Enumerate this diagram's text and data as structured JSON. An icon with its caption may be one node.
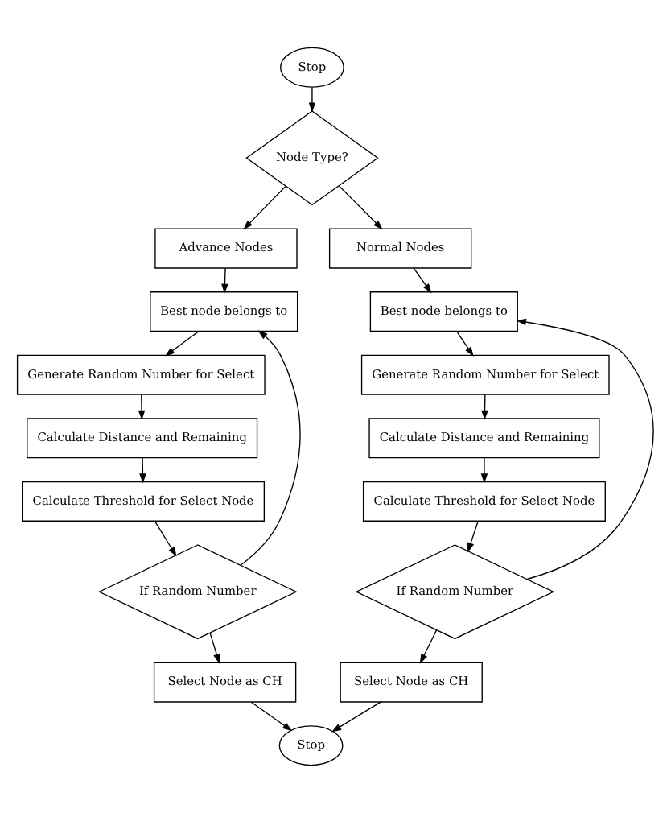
{
  "diagram": {
    "nodes": [
      {
        "text": [
          "Stop"
        ]
      },
      {
        "text": [
          "Node Type?"
        ]
      },
      {
        "text": [
          "Advance Nodes"
        ]
      },
      {
        "text": [
          "Best node belongs to"
        ]
      },
      {
        "text": [
          "Generate Random Number for Select"
        ]
      },
      {
        "text": [
          "Calculate Distance and Remaining"
        ]
      },
      {
        "text": [
          "Calculate Threshold for Select Node"
        ]
      },
      {
        "text": [
          "If Random Number"
        ]
      },
      {
        "text": [
          "Select Node as CH"
        ]
      },
      {
        "text": [
          "Normal Nodes"
        ]
      },
      {
        "text": [
          "Best node belongs to"
        ]
      },
      {
        "text": [
          "Generate Random Number for Select"
        ]
      },
      {
        "text": [
          "Calculate Distance and Remaining"
        ]
      },
      {
        "text": [
          "Calculate Threshold for Select Node"
        ]
      },
      {
        "text": [
          "If Random Number"
        ]
      },
      {
        "text": [
          "Select Node as CH"
        ]
      },
      {
        "text": [
          "Stop"
        ]
      }
    ],
    "edges": [
      {
        "from": 0,
        "to": 1,
        "arrow": "to"
      },
      {
        "from": 1,
        "to": 2,
        "arrow": "to"
      },
      {
        "from": 1,
        "to": 9,
        "arrow": "to"
      },
      {
        "from": 2,
        "to": 3,
        "arrow": "to"
      },
      {
        "from": 3,
        "to": 4,
        "arrow": "to"
      },
      {
        "from": 4,
        "to": 5,
        "arrow": "to"
      },
      {
        "from": 5,
        "to": 6,
        "arrow": "to"
      },
      {
        "from": 6,
        "to": 7,
        "arrow": "to"
      },
      {
        "from": 7,
        "to": 8,
        "arrow": "to"
      },
      {
        "from": 7,
        "to": 3,
        "arrow": "to"
      },
      {
        "from": 9,
        "to": 10,
        "arrow": "to"
      },
      {
        "from": 10,
        "to": 11,
        "arrow": "to"
      },
      {
        "from": 11,
        "to": 12,
        "arrow": "to"
      },
      {
        "from": 12,
        "to": 13,
        "arrow": "to"
      },
      {
        "from": 13,
        "to": 14,
        "arrow": "to"
      },
      {
        "from": 14,
        "to": 15,
        "arrow": "to"
      },
      {
        "from": 14,
        "to": 10,
        "arrow": "to"
      },
      {
        "from": 8,
        "to": 16,
        "arrow": "to"
      },
      {
        "from": 15,
        "to": 16,
        "arrow": "to"
      }
    ]
  }
}
